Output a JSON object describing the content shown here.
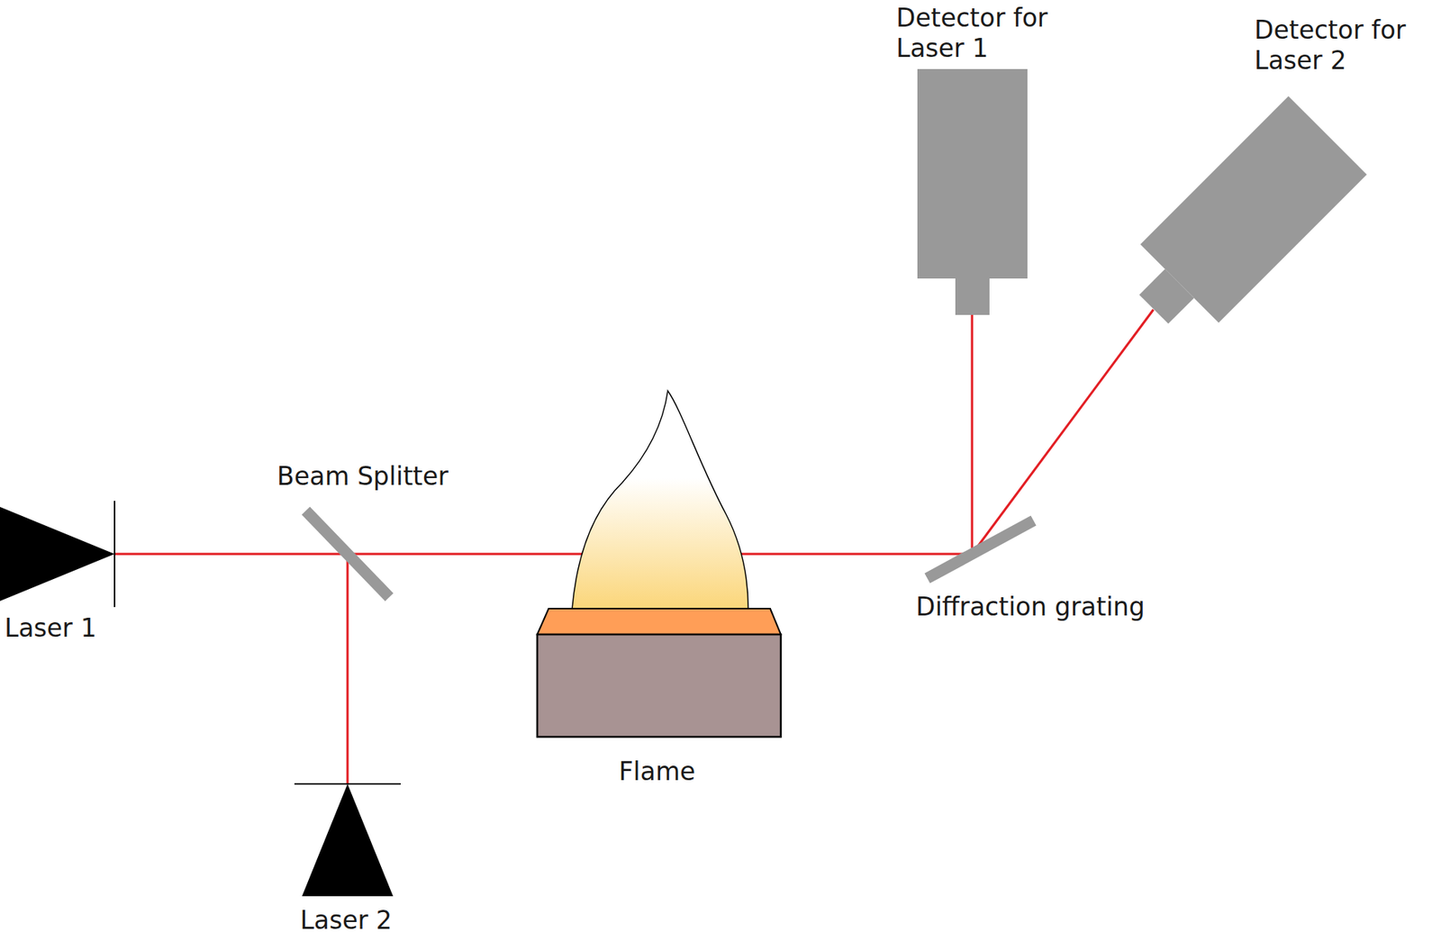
{
  "diagram": {
    "nodes": [
      {
        "text": [
          "Laser 1"
        ]
      },
      {
        "text": [
          "Beam Splitter"
        ]
      },
      {
        "text": [
          "Laser 2"
        ]
      },
      {
        "text": [
          "Flame"
        ]
      },
      {
        "text": [
          "Diffraction grating"
        ]
      },
      {
        "text": [
          "Detector for Laser 1"
        ]
      },
      {
        "text": [
          "Detector for Laser 2"
        ]
      }
    ],
    "edges": [
      {
        "from": 0,
        "to": 1,
        "arrow": "none"
      },
      {
        "from": 2,
        "to": 1,
        "arrow": "none"
      },
      {
        "from": 1,
        "to": 3,
        "arrow": "none"
      },
      {
        "from": 3,
        "to": 4,
        "arrow": "none"
      },
      {
        "from": 4,
        "to": 5,
        "arrow": "none"
      },
      {
        "from": 4,
        "to": 6,
        "arrow": "none"
      }
    ]
  }
}
